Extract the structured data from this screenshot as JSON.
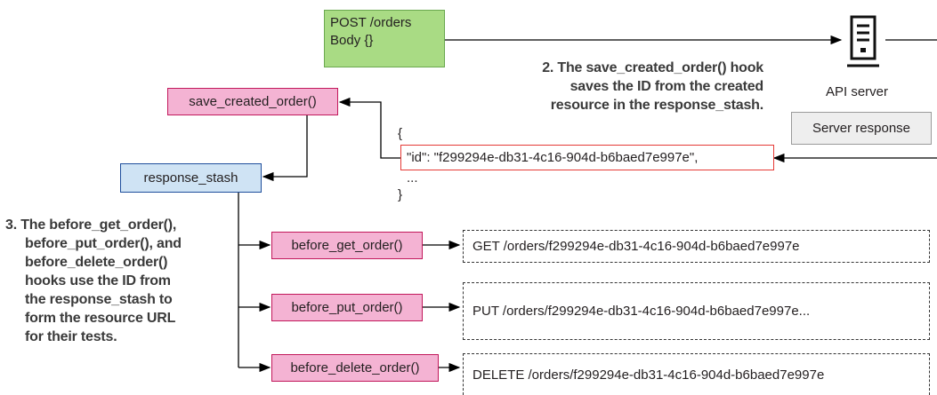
{
  "request": {
    "line1": "POST /orders",
    "line2": "Body {}"
  },
  "server": {
    "label": "API server",
    "icon": "server-icon"
  },
  "server_response": {
    "label": "Server response"
  },
  "hooks": {
    "save_created": "save_created_order()",
    "stash": "response_stash",
    "before_get": "before_get_order()",
    "before_put": "before_put_order()",
    "before_delete": "before_delete_order()"
  },
  "response_body": {
    "open_brace": "{",
    "id_line": "\"id\": \"f299294e-db31-4c16-904d-b6baed7e997e\",",
    "ellipsis": "...",
    "close_brace": "}"
  },
  "urls": {
    "get": "GET /orders/f299294e-db31-4c16-904d-b6baed7e997e",
    "put": "PUT /orders/f299294e-db31-4c16-904d-b6baed7e997e...",
    "delete": "DELETE /orders/f299294e-db31-4c16-904d-b6baed7e997e"
  },
  "notes": {
    "step2": [
      "2. The save_created_order() hook",
      "saves the ID from the created",
      "resource in the response_stash."
    ],
    "step3": [
      "3. The before_get_order(),",
      "before_put_order(), and",
      "before_delete_order()",
      "hooks use the ID from",
      "the response_stash to",
      "form the resource URL",
      "for their tests."
    ]
  },
  "colors": {
    "hook_fill": "#f4b3d3",
    "hook_border": "#c2185b",
    "stash_fill": "#cfe3f4",
    "request_fill": "#a9db84",
    "highlight": "#e53935"
  }
}
